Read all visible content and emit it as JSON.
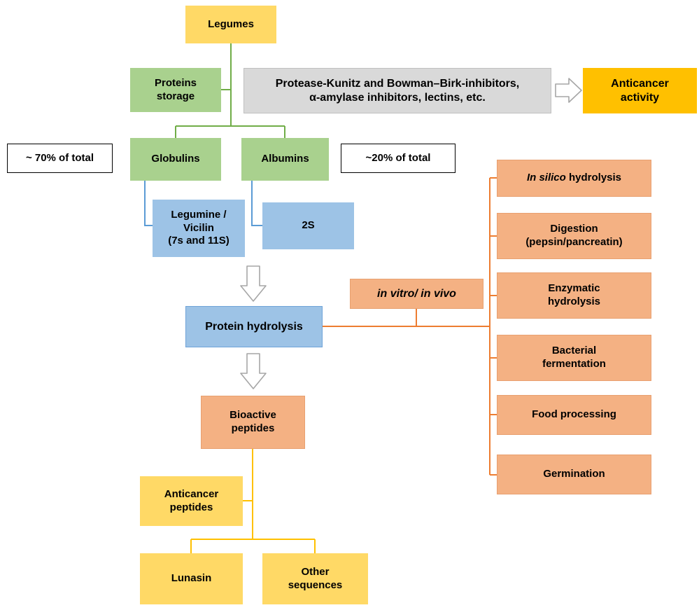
{
  "colors": {
    "yellow": "#FFD966",
    "green": "#A9D18E",
    "blue": "#9DC3E6",
    "salmon": "#F4B183",
    "gold": "#FFC000",
    "gray": "#D9D9D9",
    "line_green": "#70AD47",
    "line_blue": "#5B9BD5",
    "line_orange": "#ED7D31",
    "line_yellow": "#FFC000",
    "arrow_outline": "#A6A6A6"
  },
  "nodes": {
    "legumes": "Legumes",
    "proteins_storage": "Proteins\nstorage",
    "inhibitors": "Protease-Kunitz and Bowman–Birk-inhibitors,\nα-amylase inhibitors, lectins, etc.",
    "anticancer_activity": "Anticancer\nactivity",
    "pct70": "~ 70% of total",
    "globulins": "Globulins",
    "albumins": "Albumins",
    "pct20": "~20% of total",
    "legumine_vicilin": "Legumine /\nVicilin\n(7s and 11S)",
    "two_s": "2S",
    "in_vitro_vivo": "in vitro/ in vivo",
    "protein_hydrolysis": "Protein hydrolysis",
    "in_silico_italic": "In silico",
    "in_silico_rest": " hydrolysis",
    "digestion": "Digestion\n(pepsin/pancreatin)",
    "enzymatic": "Enzymatic\nhydrolysis",
    "bacterial": "Bacterial\nfermentation",
    "food_processing": "Food processing",
    "germination": "Germination",
    "bioactive_peptides": "Bioactive\npeptides",
    "anticancer_peptides": "Anticancer\npeptides",
    "lunasin": "Lunasin",
    "other_sequences": "Other\nsequences"
  }
}
